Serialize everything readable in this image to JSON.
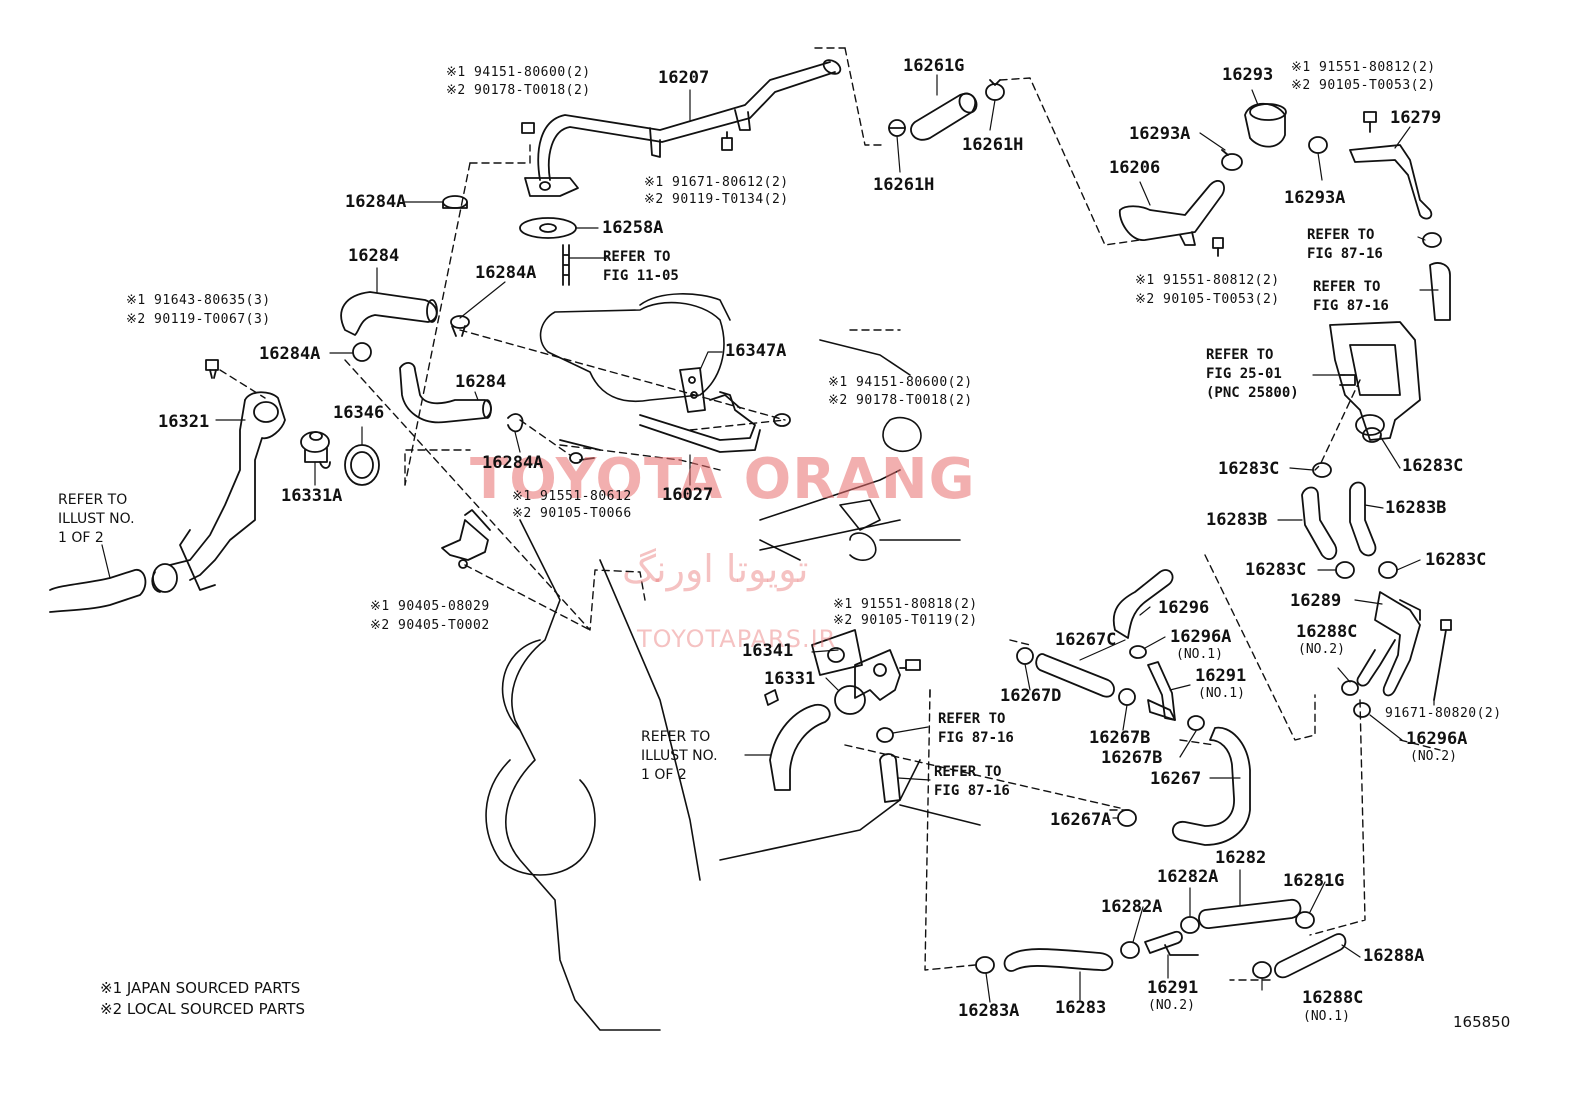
{
  "watermark": {
    "brand": "TOYOTA ORANG",
    "persian": "تویوتا اورنگ",
    "url": "TOYOTAPARS.IR"
  },
  "part_labels": {
    "p16207": "16207",
    "p16284A_top": "16284A",
    "p16258A": "16258A",
    "p16284_upper": "16284",
    "p16284A_mid": "16284A",
    "p16284A_left": "16284A",
    "p16284_lower": "16284",
    "p16321": "16321",
    "p16346": "16346",
    "p16331A": "16331A",
    "p16284A_low": "16284A",
    "p16347A": "16347A",
    "p16027": "16027",
    "p16261G": "16261G",
    "p16261H_right": "16261H",
    "p16261H_left": "16261H",
    "p16293": "16293",
    "p16293A_top": "16293A",
    "p16206": "16206",
    "p16293A_right": "16293A",
    "p16279": "16279",
    "p16283C_l1": "16283C",
    "p16283C_r1": "16283C",
    "p16283B_l": "16283B",
    "p16283B_r": "16283B",
    "p16283C_l2": "16283C",
    "p16283C_r2": "16283C",
    "p16289": "16289",
    "p16288C_no2": "16288C",
    "p16296": "16296",
    "p16267C": "16267C",
    "p16296A_no1": "16296A",
    "p16291_no1": "16291",
    "p16267D": "16267D",
    "p16267B_1": "16267B",
    "p16267B_2": "16267B",
    "p16267": "16267",
    "p16267A": "16267A",
    "p16296A_no2": "16296A",
    "p16341": "16341",
    "p16331": "16331",
    "p16282": "16282",
    "p16282A_1": "16282A",
    "p16282A_2": "16282A",
    "p16281G": "16281G",
    "p16288A": "16288A",
    "p16283A": "16283A",
    "p16283": "16283",
    "p16291_no2": "16291",
    "p16288C_no1": "16288C",
    "p91671_80820": "91671-80820(2)"
  },
  "qualifiers": {
    "no1_a": "(NO.1)",
    "no1_b": "(NO.1)",
    "no1_c": "(NO.1)",
    "no2_a": "(NO.2)",
    "no2_b": "(NO.2)",
    "no2_c": "(NO.2)"
  },
  "fastener_notes": {
    "n1a": "※1 94151-80600(2)",
    "n1b": "※2 90178-T0018(2)",
    "n2a": "※1 91671-80612(2)",
    "n2b": "※2 90119-T0134(2)",
    "n3a": "※1 91643-80635(3)",
    "n3b": "※2 90119-T0067(3)",
    "n4a": "※1 94151-80600(2)",
    "n4b": "※2 90178-T0018(2)",
    "n5a": "※1 91551-80612",
    "n5b": "※2 90105-T0066",
    "n6a": "※1 90405-08029",
    "n6b": "※2 90405-T0002",
    "n7a": "※1 91551-80818(2)",
    "n7b": "※2 90105-T0119(2)",
    "n8a": "※1 91551-80812(2)",
    "n8b": "※2 90105-T0053(2)",
    "n9a": "※1 91551-80812(2)",
    "n9b": "※2 90105-T0053(2)"
  },
  "refer_notes": {
    "fig11_05": [
      "REFER TO",
      "FIG 11-05"
    ],
    "fig87_16_a": [
      "REFER TO",
      "FIG 87-16"
    ],
    "fig87_16_b": [
      "REFER TO",
      "FIG 87-16"
    ],
    "fig25_01": [
      "REFER TO",
      "FIG 25-01",
      "(PNC 25800)"
    ],
    "fig87_16_c": [
      "REFER TO",
      "FIG 87-16"
    ],
    "fig87_16_d": [
      "REFER TO",
      "FIG 87-16"
    ],
    "illust_left": [
      "REFER TO",
      "ILLUST NO.",
      "1 OF 2"
    ],
    "illust_mid": [
      "REFER TO",
      "ILLUST NO.",
      "1 OF 2"
    ]
  },
  "legend": {
    "japan": "※1 JAPAN SOURCED PARTS",
    "local": "※2 LOCAL SOURCED PARTS"
  },
  "figure_number": "165850"
}
